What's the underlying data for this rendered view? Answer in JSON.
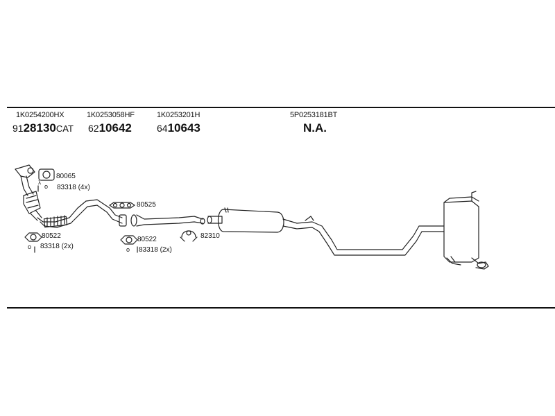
{
  "header": {
    "parts": [
      {
        "number": "1K0254200HX",
        "price_prefix": "91",
        "price_main": "28130",
        "price_suffix": "CAT"
      },
      {
        "number": "1K0253058HF",
        "price_prefix": "62",
        "price_main": "10642",
        "price_suffix": ""
      },
      {
        "number": "1K0253201H",
        "price_prefix": "64",
        "price_main": "10643",
        "price_suffix": ""
      },
      {
        "number": "5P0253181BT",
        "na": "N.A."
      }
    ]
  },
  "callouts": {
    "gasket_top": "80065",
    "bolts_top": "83318 (4x)",
    "gasket_mid": "80525",
    "gasket_left": "80522",
    "bolts_left": "83318 (2x)",
    "gasket_center": "80522",
    "bolts_center": "83318 (2x)",
    "clamp": "82310",
    "dot": "o"
  }
}
